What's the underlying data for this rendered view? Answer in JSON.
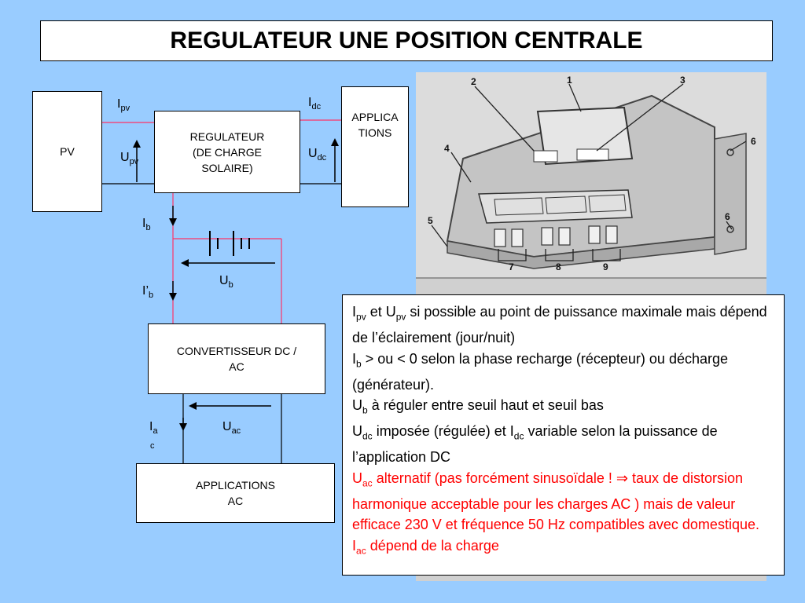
{
  "slide": {
    "title": "REGULATEUR UNE POSITION CENTRALE"
  },
  "diagram": {
    "pv_label": "PV",
    "regulator_label": "REGULATEUR\n(DE CHARGE\nSOLAIRE)",
    "applications_dc_label": "APPLICA\nTIONS",
    "converter_label": "CONVERTISSEUR DC /\nAC",
    "applications_ac_label": "APPLICATIONS\nAC",
    "labels": {
      "ipv": "I",
      "ipv_sub": "pv",
      "upv": "U",
      "upv_sub": "pv",
      "idc": "I",
      "idc_sub": "dc",
      "udc": "U",
      "udc_sub": "dc",
      "ib": "I",
      "ib_sub": "b",
      "ub": "U",
      "ub_sub": "b",
      "ipb": "I’",
      "ipb_sub": "b",
      "iac": "I",
      "iac_sub": "a",
      "iac_sub2": "c",
      "uac": "U",
      "uac_sub": "ac"
    }
  },
  "photo": {
    "callouts": [
      "1",
      "2",
      "3",
      "4",
      "5",
      "6",
      "6",
      "7",
      "8",
      "9"
    ],
    "colors": {
      "device": "#c8c8c8",
      "lines": "#555555"
    }
  },
  "notes": {
    "line1": {
      "a": "I",
      "a_sub": "pv",
      "b": " et U",
      "b_sub": "pv",
      "rest": " si possible au point de puissance maximale mais dépend de l’éclairement (jour/nuit)"
    },
    "line2": {
      "a": "I",
      "a_sub": "b",
      "rest": " > ou < 0 selon la phase recharge (récepteur) ou décharge (générateur)."
    },
    "line3": {
      "a": "U",
      "a_sub": "b",
      "rest": " à réguler entre seuil haut et seuil bas"
    },
    "line4": {
      "a": "U",
      "a_sub": "dc",
      "b": " imposée (régulée) et  I",
      "b_sub": "dc",
      "rest": " variable selon la puissance  de l’application DC"
    },
    "line5": {
      "a": "U",
      "a_sub": "ac",
      "b": " alternatif (pas forcément sinusoïdale ! ",
      "arrow": "⇒",
      "rest": " taux de distorsion harmonique acceptable pour les charges AC ) mais de valeur efficace 230 V et fréquence 50 Hz compatibles avec domestique."
    },
    "line6": {
      "a": "I",
      "a_sub": "ac",
      "rest": " dépend de la charge"
    }
  },
  "colors": {
    "background": "#99ccff",
    "wire_red": "#ff3366",
    "wire_black": "#000000",
    "highlight_red": "#ff0000"
  }
}
